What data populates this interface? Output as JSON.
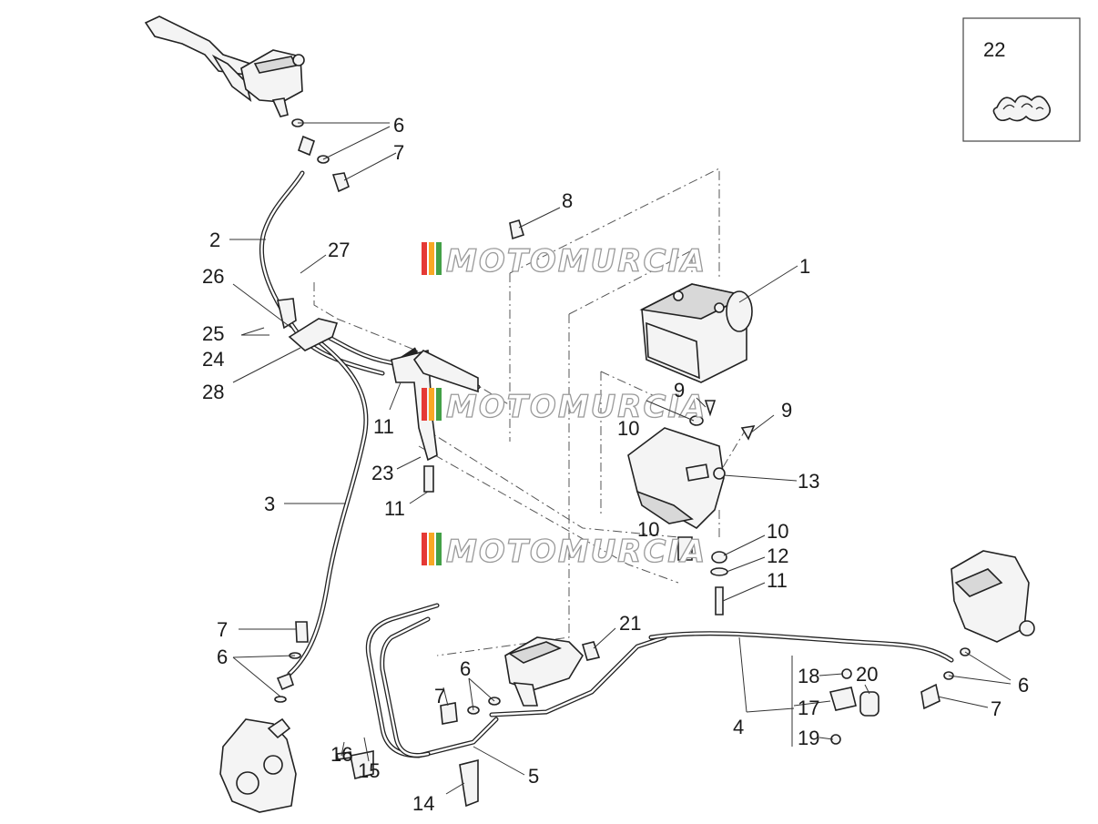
{
  "watermark": {
    "text": "MOTOMURCIA",
    "stripe_colors": [
      "#e53935",
      "#f9a825",
      "#43a047"
    ]
  },
  "inset": {
    "label": "22"
  },
  "callouts": {
    "c1": "1",
    "c2": "2",
    "c3": "3",
    "c4": "4",
    "c5": "5",
    "c6a": "6",
    "c6b": "6",
    "c6c": "6",
    "c6d": "6",
    "c7a": "7",
    "c7b": "7",
    "c7c": "7",
    "c7d": "7",
    "c8": "8",
    "c9a": "9",
    "c9b": "9",
    "c10a": "10",
    "c10b": "10",
    "c10c": "10",
    "c11a": "11",
    "c11b": "11",
    "c11c": "11",
    "c12": "12",
    "c13": "13",
    "c14": "14",
    "c15": "15",
    "c16": "16",
    "c17": "17",
    "c18": "18",
    "c19": "19",
    "c20": "20",
    "c21": "21",
    "c23": "23",
    "c24": "24",
    "c25": "25",
    "c26": "26",
    "c27": "27",
    "c28": "28"
  },
  "icons": [
    "brake-lever-icon",
    "master-cylinder-icon",
    "abs-modulator-icon",
    "brake-caliper-icon",
    "hose-clip-icon"
  ]
}
